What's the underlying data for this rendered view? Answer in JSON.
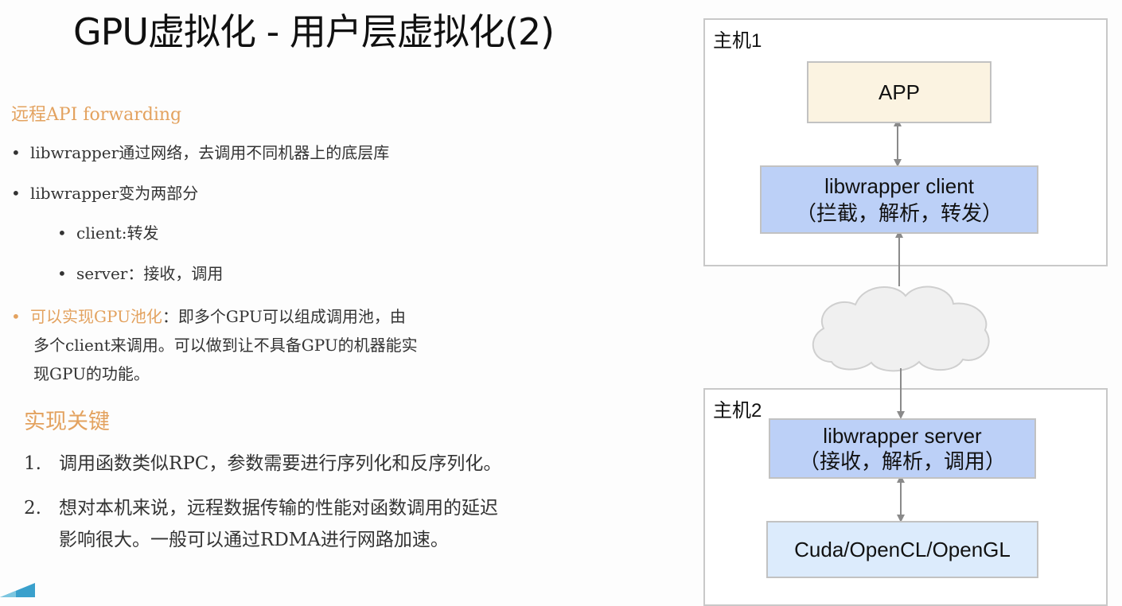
{
  "slide": {
    "title": "GPU虚拟化 - 用户层虚拟化(2)",
    "section1": {
      "heading": "远程API forwarding",
      "bullets": [
        "libwrapper通过网络，去调用不同机器上的底层库",
        "libwrapper变为两部分"
      ],
      "sub_bullets": [
        "client:转发",
        "server：接收，调用"
      ],
      "gpu_pool": {
        "highlight": "可以实现GPU池化",
        "line1_rest": "：即多个GPU可以组成调用池，由",
        "line2": "多个client来调用。可以做到让不具备GPU的机器能实",
        "line3": "现GPU的功能。"
      }
    },
    "section2": {
      "heading": "实现关键",
      "items": [
        {
          "num": "1.",
          "line1": "调用函数类似RPC，参数需要进行序列化和反序列化。"
        },
        {
          "num": "2.",
          "line1": "想对本机来说，远程数据传输的性能对函数调用的延迟",
          "line2": "影响很大。一般可以通过RDMA进行网路加速。"
        }
      ]
    }
  },
  "diagram": {
    "host1": {
      "label": "主机1",
      "app": "APP",
      "client_line1": "libwrapper client",
      "client_line2": "（拦截，解析，转发）"
    },
    "host2": {
      "label": "主机2",
      "server_line1": "libwrapper server",
      "server_line2": "（接收，解析，调用）",
      "lib": "Cuda/OpenCL/OpenGL"
    },
    "colors": {
      "accent_orange": "#e3a25f",
      "app_fill": "#fbf3e1",
      "wrapper_fill": "#bcd0f7",
      "lib_fill": "#dcebfc",
      "cloud_fill": "#f0f0f0"
    }
  }
}
